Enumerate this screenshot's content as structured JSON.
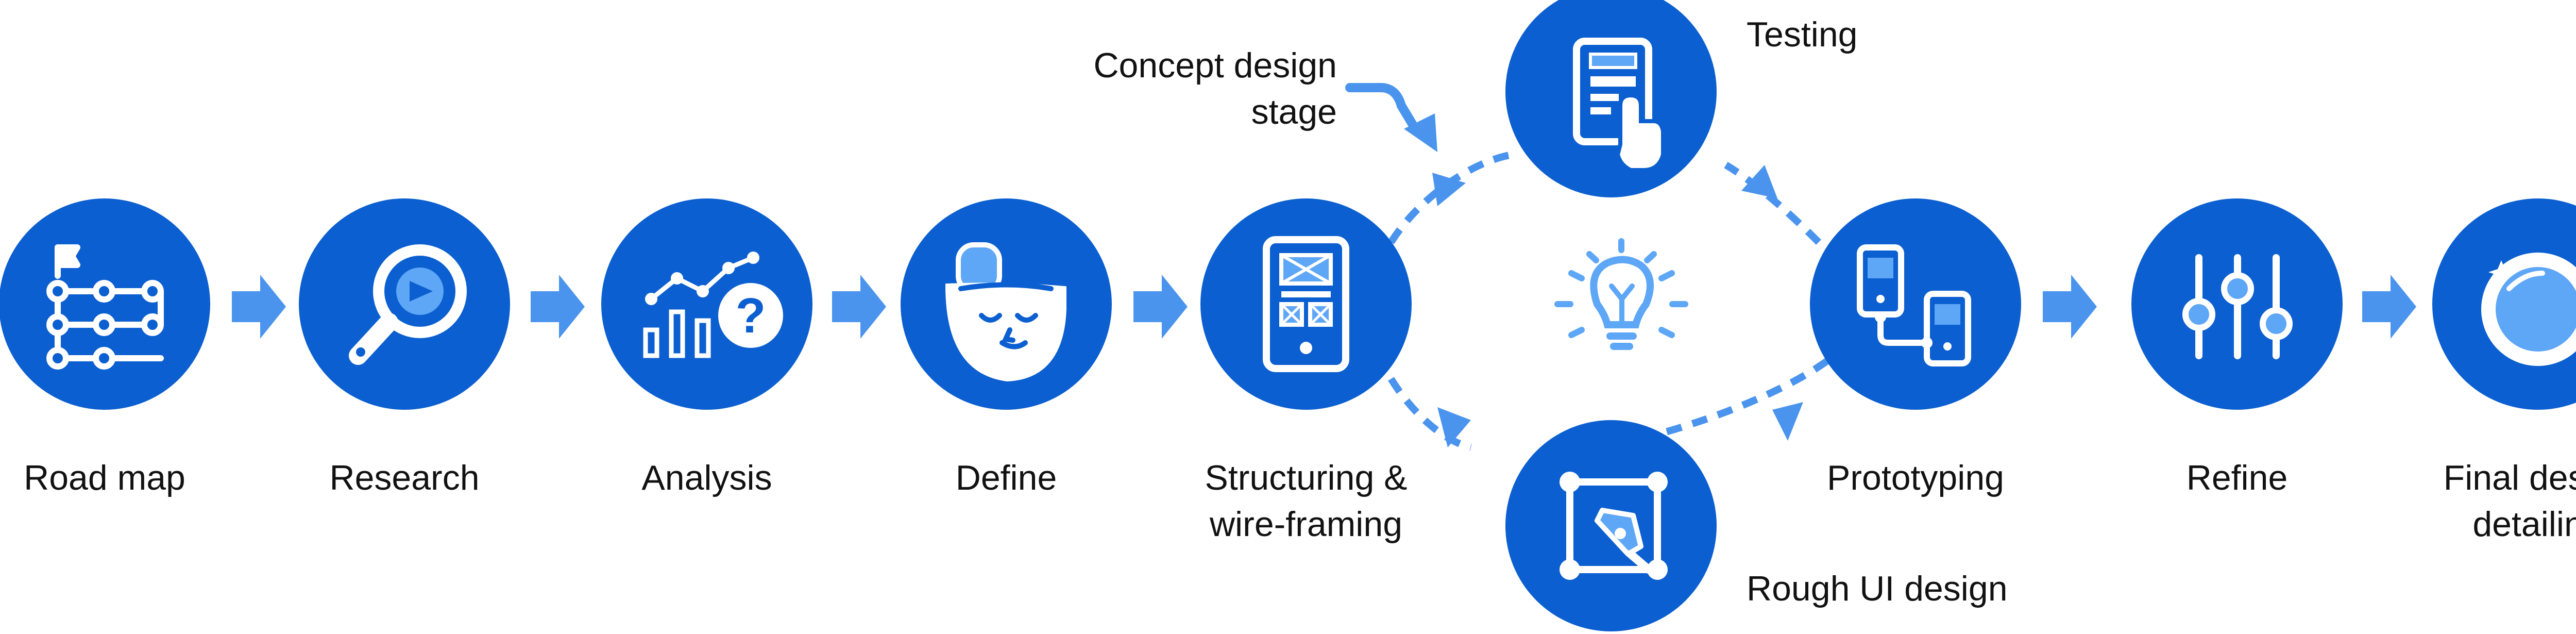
{
  "colors": {
    "circle": "#0b5fd0",
    "arrow": "#4a94ee",
    "dash": "#4a94ee",
    "icon_accent": "#5ea6f6",
    "text": "#111111",
    "background": "#ffffff"
  },
  "steps": [
    {
      "label": "Road map",
      "icon": "roadmap-flag-icon"
    },
    {
      "label": "Research",
      "icon": "magnifier-icon"
    },
    {
      "label": "Analysis",
      "icon": "chart-question-icon"
    },
    {
      "label": "Define",
      "icon": "head-thinking-icon"
    },
    {
      "label": "Structuring &\nwire-framing",
      "icon": "phone-wireframe-icon"
    },
    {
      "label": "Testing",
      "icon": "touch-screen-icon"
    },
    {
      "label": "Rough UI design",
      "icon": "pen-tool-icon"
    },
    {
      "label": "Prototyping",
      "icon": "devices-link-icon"
    },
    {
      "label": "Refine",
      "icon": "sliders-icon"
    },
    {
      "label": "Final design\ndetailing",
      "icon": "polished-gem-icon"
    }
  ],
  "callout": {
    "label": "Concept design\nstage"
  },
  "center_icon": "lightbulb-idea-icon"
}
